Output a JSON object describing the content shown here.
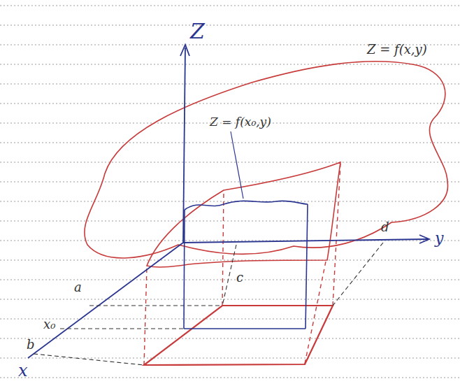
{
  "diagram": {
    "labels": [
      "Z",
      "Z = f(x,y)",
      "Z = f(x₀,y)",
      "c",
      "d",
      "y",
      "a",
      "x₀",
      "b",
      "x"
    ]
  }
}
